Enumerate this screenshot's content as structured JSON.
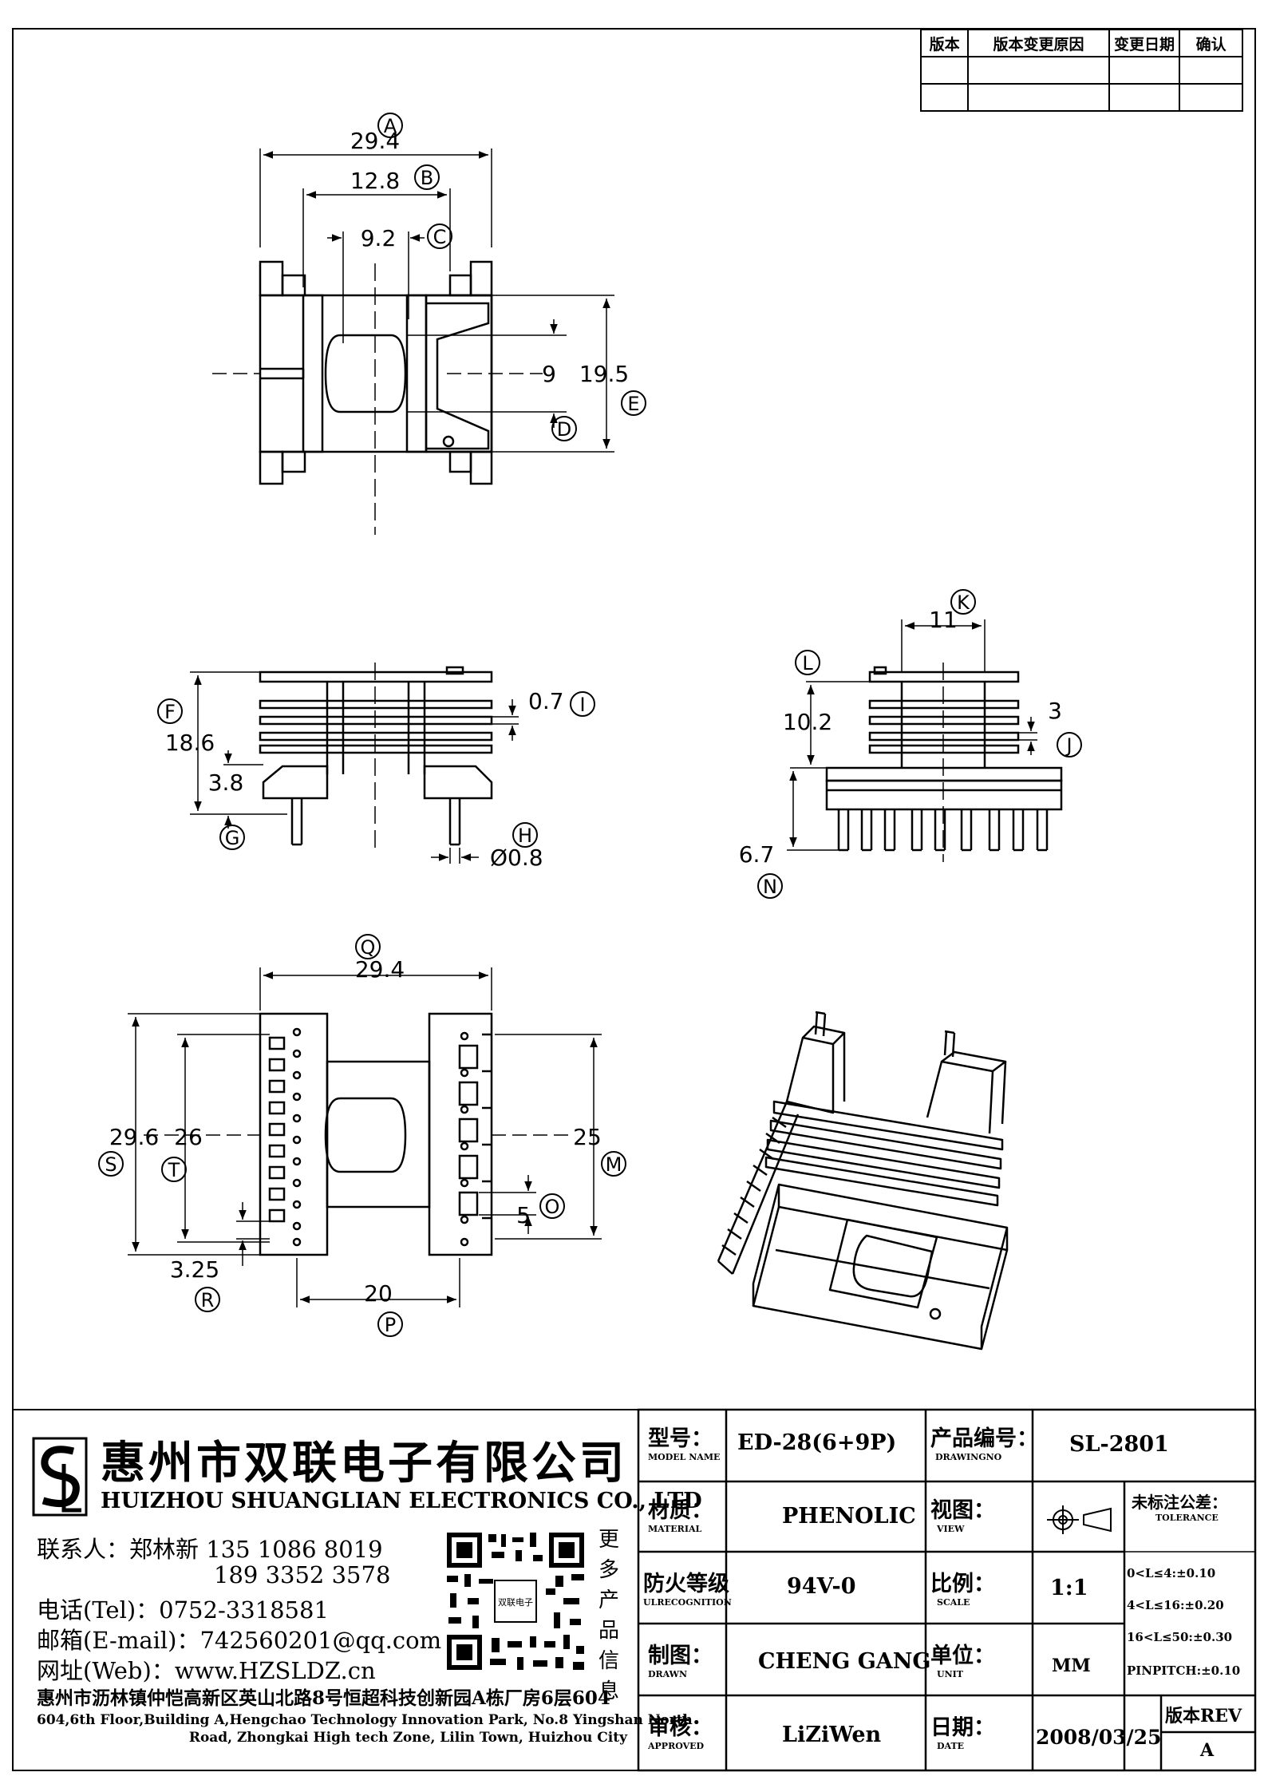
{
  "revision_table": {
    "headers": [
      "版本",
      "版本变更原因",
      "变更日期",
      "确认"
    ],
    "rows": [
      [
        "",
        "",
        "",
        ""
      ],
      [
        "",
        "",
        "",
        ""
      ]
    ]
  },
  "drawing": {
    "top_view": {
      "dims": {
        "a": "29.4",
        "b": "12.8",
        "c": "9.2",
        "d": "9",
        "e": "19.5"
      },
      "letters": {
        "a": "A",
        "b": "B",
        "c": "C",
        "d": "D",
        "e": "E"
      }
    },
    "side_view": {
      "dims": {
        "f": "18.6",
        "i": "0.7",
        "g": "3.8",
        "h": "Ø0.8"
      },
      "letters": {
        "f": "F",
        "i": "I",
        "g": "G",
        "h": "H"
      }
    },
    "front_view": {
      "dims": {
        "k": "11",
        "l": "10.2",
        "j": "3",
        "n": "6.7"
      },
      "letters": {
        "k": "K",
        "l": "L",
        "j": "J",
        "n": "N"
      }
    },
    "bottom_view": {
      "dims": {
        "q": "29.4",
        "s": "29.6",
        "t": "26",
        "m": "25",
        "o": "5",
        "r": "3.25",
        "p": "20"
      },
      "letters": {
        "q": "Q",
        "s": "S",
        "t": "T",
        "m": "M",
        "o": "O",
        "r": "R",
        "p": "P"
      }
    }
  },
  "company": {
    "cn_name": "惠州市双联电子有限公司",
    "en_name": "HUIZHOU SHUANGLIAN ELECTRONICS CO., LTD",
    "contact_person": "联系人：郑林新  135 1086 8019",
    "contact_phone2": "189 3352 3578",
    "tel": "电话(Tel)：0752-3318581",
    "email": "邮箱(E-mail)：742560201@qq.com",
    "web": "网址(Web)：www.HZSLDZ.cn",
    "more_info": [
      "更",
      "多",
      "产",
      "品",
      "信",
      "息"
    ],
    "qr_caption": "双联电子",
    "address_cn": "惠州市沥林镇仲恺高新区英山北路8号恒超科技创新园A栋厂房6层604",
    "address_en_1": "604,6th Floor,Building A,Hengchao Technology Innovation Park, No.8 Yingshan North",
    "address_en_2": "Road, Zhongkai High tech Zone, Lilin Town, Huizhou City"
  },
  "title_block": {
    "model": {
      "label_cn": "型号：",
      "label_en": "MODEL NAME",
      "value": "ED-28(6+9P)"
    },
    "drawing_no": {
      "label_cn": "产品编号：",
      "label_en": "DRAWINGNO",
      "value": "SL-2801"
    },
    "material": {
      "label_cn": "材质：",
      "label_en": "MATERIAL",
      "value": "PHENOLIC"
    },
    "view": {
      "label_cn": "视图：",
      "label_en": "VIEW"
    },
    "tolerance": {
      "label_cn": "未标注公差：",
      "label_en": "TOLERANCE",
      "lines": [
        "0<L≤4:±0.10",
        "4<L≤16:±0.20",
        "16<L≤50:±0.30",
        "PINPITCH:±0.10"
      ]
    },
    "flame": {
      "label_cn": "防火等级",
      "label_en": "ULRECOGNITION",
      "value": "94V-0"
    },
    "scale": {
      "label_cn": "比例：",
      "label_en": "SCALE",
      "value": "1:1"
    },
    "drawn": {
      "label_cn": "制图：",
      "label_en": "DRAWN",
      "value": "CHENG GANG"
    },
    "unit": {
      "label_cn": "单位：",
      "label_en": "UNIT",
      "value": "MM"
    },
    "approved": {
      "label_cn": "审核：",
      "label_en": "APPROVED",
      "value": "LiZiWen"
    },
    "date": {
      "label_cn": "日期：",
      "label_en": "DATE",
      "value": "2008/03/25"
    },
    "rev": {
      "label": "版本REV",
      "value": "A"
    }
  }
}
